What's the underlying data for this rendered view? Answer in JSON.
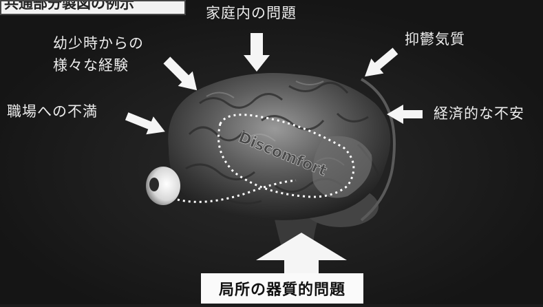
{
  "title_fragment": "共通部分製図の例示",
  "labels": {
    "top": "家庭内の問題",
    "upper_left_line1": "幼少時からの",
    "upper_left_line2": "様々な経験",
    "left": "職場への不満",
    "upper_right": "抑鬱気質",
    "right": "経済的な不安",
    "bottom": "局所の器質的問題"
  },
  "brain_text": "Discomfort",
  "colors": {
    "background": "#1c1c1c",
    "label_text": "#ececec",
    "arrow": "#f5f5f5",
    "bottom_label_bg": "#fafafa"
  }
}
